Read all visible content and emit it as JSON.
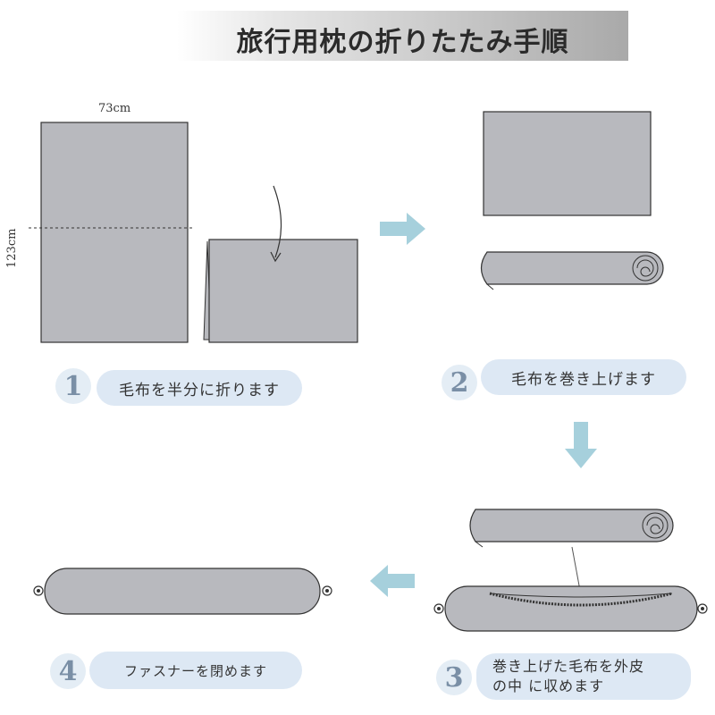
{
  "title": "旅行用枕の折りたたみ手順",
  "dimensions": {
    "width": "73cm",
    "height": "123cm"
  },
  "steps": [
    {
      "number": "1",
      "text": "毛布を半分に折ります"
    },
    {
      "number": "2",
      "text": "毛布を巻き上げます"
    },
    {
      "number": "3",
      "text_line1": "巻き上げた毛布を外皮",
      "text_line2": "の中 に収めます"
    },
    {
      "number": "4",
      "text": "ファスナーを閉めます"
    }
  ],
  "colors": {
    "fabric": "#b8b9be",
    "outline": "#333333",
    "arrow": "#a6d0dc",
    "pill": "#dde8f4"
  }
}
